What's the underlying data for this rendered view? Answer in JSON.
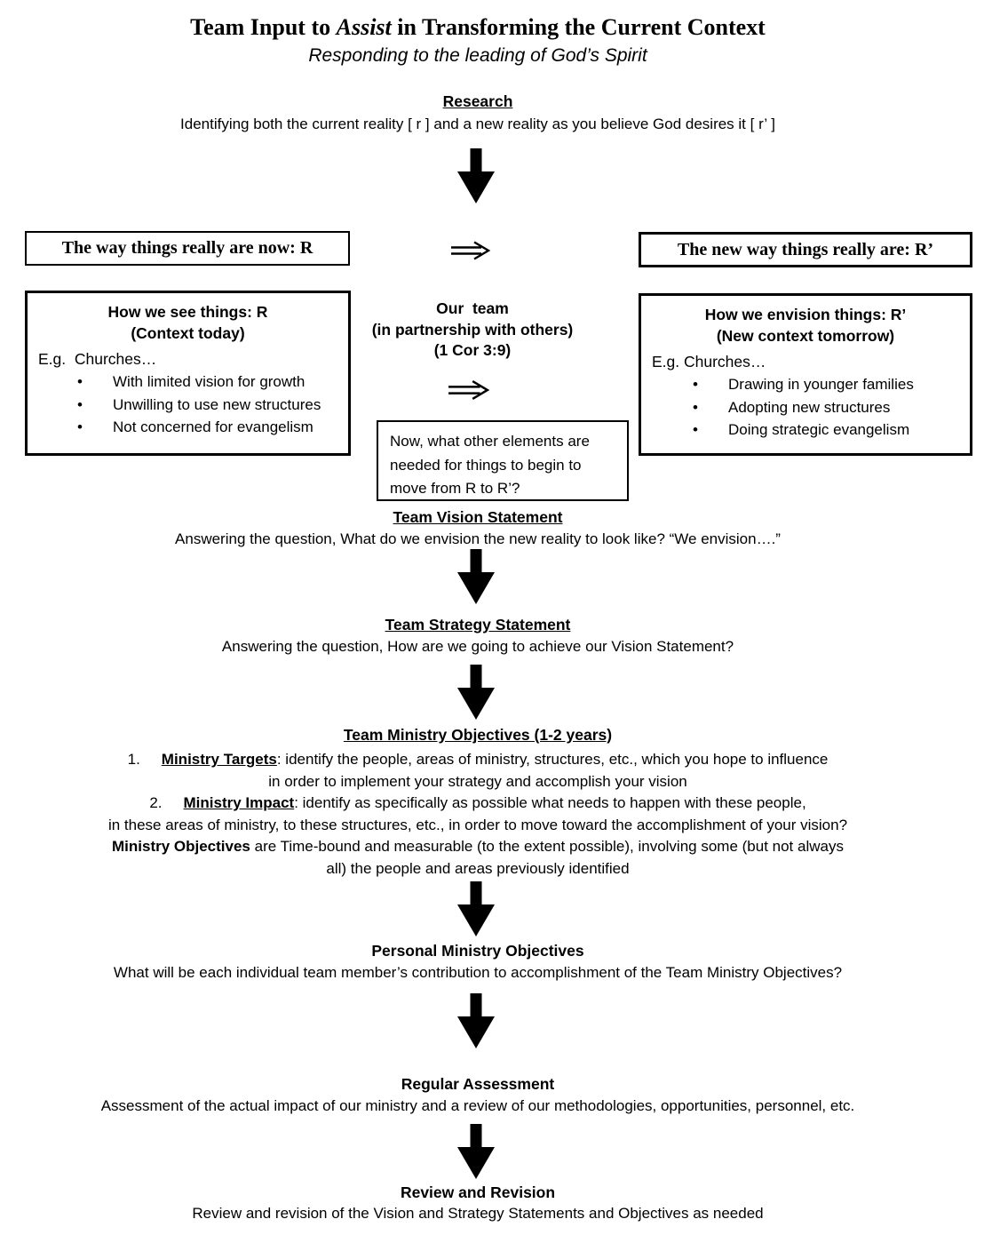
{
  "title": {
    "prefix": "Team Input to ",
    "italic": "Assist",
    "suffix": " in Transforming the Current Context",
    "subtitle": "Responding to the leading of God’s Spirit"
  },
  "research": {
    "heading": "Research",
    "desc": "Identifying both the current reality [ r ] and a new reality as you believe God desires it [ r’ ]"
  },
  "reality_boxes": {
    "now": "The way things really are now: R",
    "new": "The new way things really are: R’"
  },
  "see_box": {
    "title": "How we see things: R",
    "subtitle": "(Context today)",
    "intro": "E.g.  Churches…",
    "bullets": [
      "With limited vision for growth",
      "Unwilling to use new structures",
      "Not concerned for evangelism"
    ]
  },
  "envision_box": {
    "title": "How we envision things: R’",
    "subtitle": "(New context tomorrow)",
    "intro": "E.g. Churches…",
    "bullets": [
      "Drawing in younger families",
      "Adopting new structures",
      "Doing strategic evangelism"
    ]
  },
  "team": {
    "line1": "Our  team",
    "line2": "(in partnership with others)",
    "line3": "(1 Cor 3:9)"
  },
  "note_box": {
    "text": "Now, what other elements are needed for things to begin to move from R to R’?"
  },
  "vision": {
    "heading": "Team Vision Statement",
    "desc": "Answering the question, What do we envision the new reality to look like? “We envision….”"
  },
  "strategy": {
    "heading": "Team Strategy Statement",
    "desc": "Answering the question, How are we going to achieve our Vision Statement?"
  },
  "tmo": {
    "heading": "Team Ministry Objectives (1-2 years)",
    "lines": [
      {
        "num": "1.",
        "lead": "Ministry Targets",
        "rest": ": identify the people, areas of ministry, structures, etc., which you hope to influence"
      },
      {
        "rest": "in order to implement your strategy and accomplish your vision"
      },
      {
        "num": "2.",
        "lead": "Ministry Impact",
        "rest": ": identify as specifically as possible what needs to happen with these people,"
      },
      {
        "rest": "in these areas of ministry, to these structures, etc., in order to move toward the accomplishment of your vision?"
      },
      {
        "bold": "Ministry Objectives",
        "rest": " are Time-bound and measurable (to the extent possible), involving some (but not always"
      },
      {
        "rest": "all) the people and areas previously identified"
      }
    ]
  },
  "personal": {
    "heading": "Personal Ministry Objectives",
    "desc": "What will be each individual team member’s contribution to accomplishment of the Team Ministry Objectives?"
  },
  "assessment": {
    "heading": "Regular Assessment",
    "desc": "Assessment of the actual impact of our ministry and a review of our methodologies, opportunities, personnel, etc."
  },
  "review": {
    "heading": "Review and Revision",
    "desc": "Review and revision of the Vision and Strategy Statements and Objectives as needed"
  }
}
